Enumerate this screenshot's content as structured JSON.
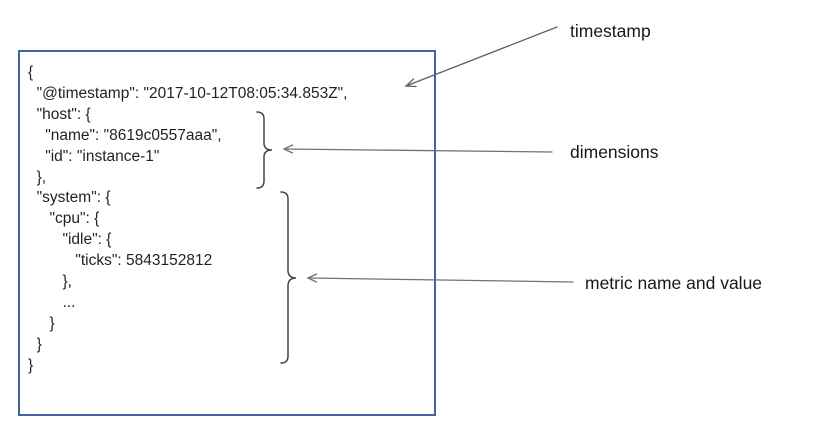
{
  "colors": {
    "box_border": "#4462a2",
    "code_text": "#1e2126",
    "annotation_text": "#16181d",
    "connector_gray": "#5b6370",
    "brace_color": "#3e4655"
  },
  "document": {
    "lines": [
      "{",
      "  \"@timestamp\": \"2017-10-12T08:05:34.853Z\",",
      "  \"host\": {",
      "    \"name\": \"8619c0557aaa\",",
      "    \"id\": \"instance-1\"",
      "  },",
      "  \"system\": {",
      "     \"cpu\": {",
      "        \"idle\": {",
      "           \"ticks\": 5843152812",
      "        },",
      "        ...",
      "     }",
      "  }",
      "}"
    ]
  },
  "annotations": {
    "timestamp_label": "timestamp",
    "dimensions_label": "dimensions",
    "metric_label": "metric name and value"
  }
}
